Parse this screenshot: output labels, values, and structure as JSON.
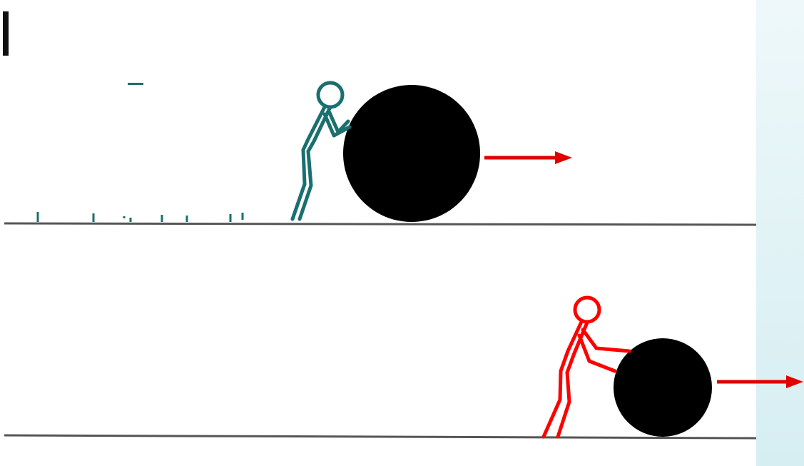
{
  "colors": {
    "background": "#ffffff",
    "side_strip": "#e4f3f6",
    "ground": "#555555",
    "ball": "#000000",
    "figure_top": "#1a6f6f",
    "figure_bottom": "#ff0000",
    "arrow": "#e00000",
    "ticks": "#1a6f6f"
  },
  "scenes": [
    {
      "id": "top",
      "figure_color_key": "figure_top",
      "ball_size": "large",
      "motion_arrow": "right"
    },
    {
      "id": "bottom",
      "figure_color_key": "figure_bottom",
      "ball_size": "small",
      "motion_arrow": "right"
    }
  ],
  "icons": {
    "person": "stick-figure-pushing",
    "object": "black-ball",
    "direction": "right-arrow"
  }
}
